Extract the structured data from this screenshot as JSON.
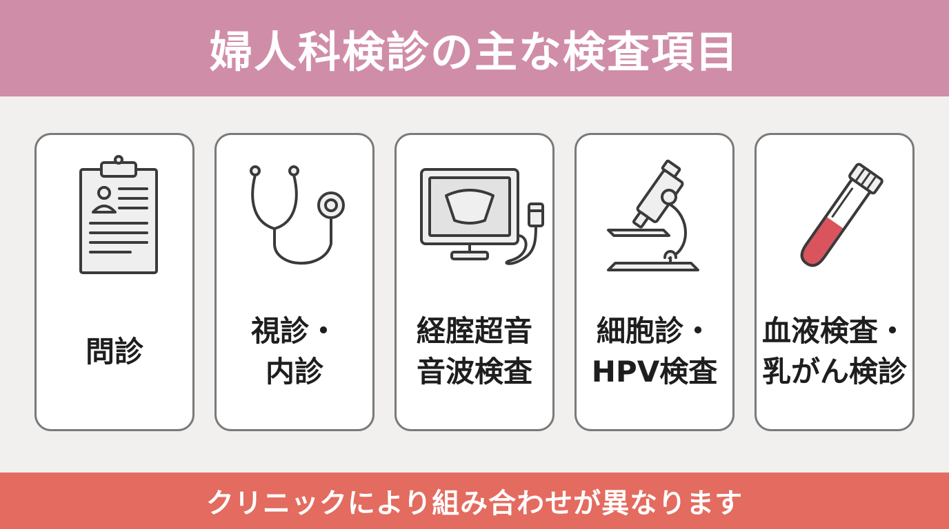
{
  "header": {
    "title": "婦人科検診の主な検査項目"
  },
  "cards": [
    {
      "icon": "clipboard-icon",
      "label": "問診"
    },
    {
      "icon": "stethoscope-icon",
      "label": "視診・\n内診"
    },
    {
      "icon": "ultrasound-monitor-icon",
      "label": "経腟超音\n音波検査"
    },
    {
      "icon": "microscope-icon",
      "label": "細胞診・\nHPV検査"
    },
    {
      "icon": "blood-test-tube-icon",
      "label": "血液検査・\n乳がん検診"
    }
  ],
  "footer": {
    "note": "クリニックにより組み合わせが異なります"
  },
  "colors": {
    "header_bg": "#d08da8",
    "footer_bg": "#e46b5f",
    "page_bg": "#f1f0ef",
    "card_border": "#7a7a7a",
    "blood": "#d9545d"
  }
}
